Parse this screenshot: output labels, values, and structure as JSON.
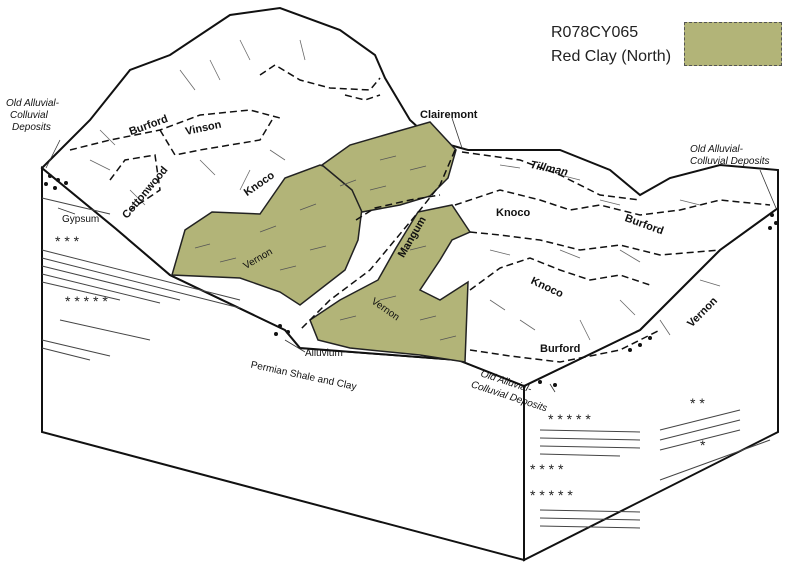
{
  "legend": {
    "code": "R078CY065",
    "name": "Red Clay (North)",
    "color": "#b2b478"
  },
  "labels": {
    "burford_nw": "Burford",
    "vinson": "Vinson",
    "knoco_nw": "Knoco",
    "cottonwood": "Cottonwood",
    "clairemont": "Clairemont",
    "tillman": "Tillman",
    "knoco_east": "Knoco",
    "burford_east": "Burford",
    "mangum": "Mangum",
    "vernon_west": "Vernon",
    "vernon_center": "Vernon",
    "knoco_south": "Knoco",
    "vernon_east": "Vernon",
    "burford_south": "Burford",
    "alluvium": "Alluvium",
    "permian": "Permian Shale and Clay",
    "gypsum": "Gypsum",
    "old_deposits_left_1": "Old Alluvial-",
    "old_deposits_left_2": "Colluvial",
    "old_deposits_left_3": "Deposits",
    "old_deposits_right_1": "Old Alluvial-",
    "old_deposits_right_2": "Colluvial Deposits",
    "old_deposits_front_1": "Old Alluvial-",
    "old_deposits_front_2": "Colluvial Deposits"
  }
}
